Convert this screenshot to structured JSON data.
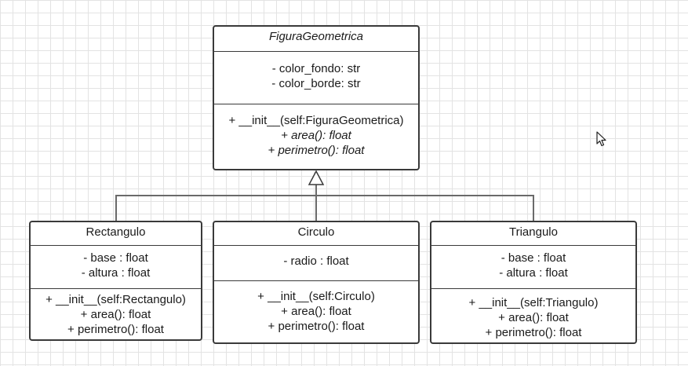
{
  "diagram": {
    "classes": [
      {
        "id": "figura",
        "name": "FiguraGeometrica",
        "abstract": true,
        "attributes": [
          "- color_fondo: str",
          "- color_borde: str"
        ],
        "methods": [
          {
            "text": "+ __init__(self:FiguraGeometrica)",
            "abstract": false
          },
          {
            "text": "+ area(): float",
            "abstract": true
          },
          {
            "text": "+ perimetro(): float",
            "abstract": true
          }
        ]
      },
      {
        "id": "rectangulo",
        "name": "Rectangulo",
        "abstract": false,
        "attributes": [
          "- base : float",
          "- altura : float"
        ],
        "methods": [
          {
            "text": "+ __init__(self:Rectangulo)",
            "abstract": false
          },
          {
            "text": "+ area(): float",
            "abstract": false
          },
          {
            "text": "+ perimetro(): float",
            "abstract": false
          }
        ]
      },
      {
        "id": "circulo",
        "name": "Circulo",
        "abstract": false,
        "attributes": [
          "- radio : float"
        ],
        "methods": [
          {
            "text": "+ __init__(self:Circulo)",
            "abstract": false
          },
          {
            "text": "+ area(): float",
            "abstract": false
          },
          {
            "text": "+ perimetro(): float",
            "abstract": false
          }
        ]
      },
      {
        "id": "triangulo",
        "name": "Triangulo",
        "abstract": false,
        "attributes": [
          "- base : float",
          "- altura : float"
        ],
        "methods": [
          {
            "text": "+ __init__(self:Triangulo)",
            "abstract": false
          },
          {
            "text": "+ area(): float",
            "abstract": false
          },
          {
            "text": "+ perimetro(): float",
            "abstract": false
          }
        ]
      }
    ],
    "relationships": [
      {
        "type": "inheritance",
        "from": "rectangulo",
        "to": "figura"
      },
      {
        "type": "inheritance",
        "from": "circulo",
        "to": "figura"
      },
      {
        "type": "inheritance",
        "from": "triangulo",
        "to": "figura"
      }
    ],
    "colors": {
      "border": "#3a3a3a",
      "grid": "#e3e3e3",
      "text": "#1a1a1a"
    }
  }
}
